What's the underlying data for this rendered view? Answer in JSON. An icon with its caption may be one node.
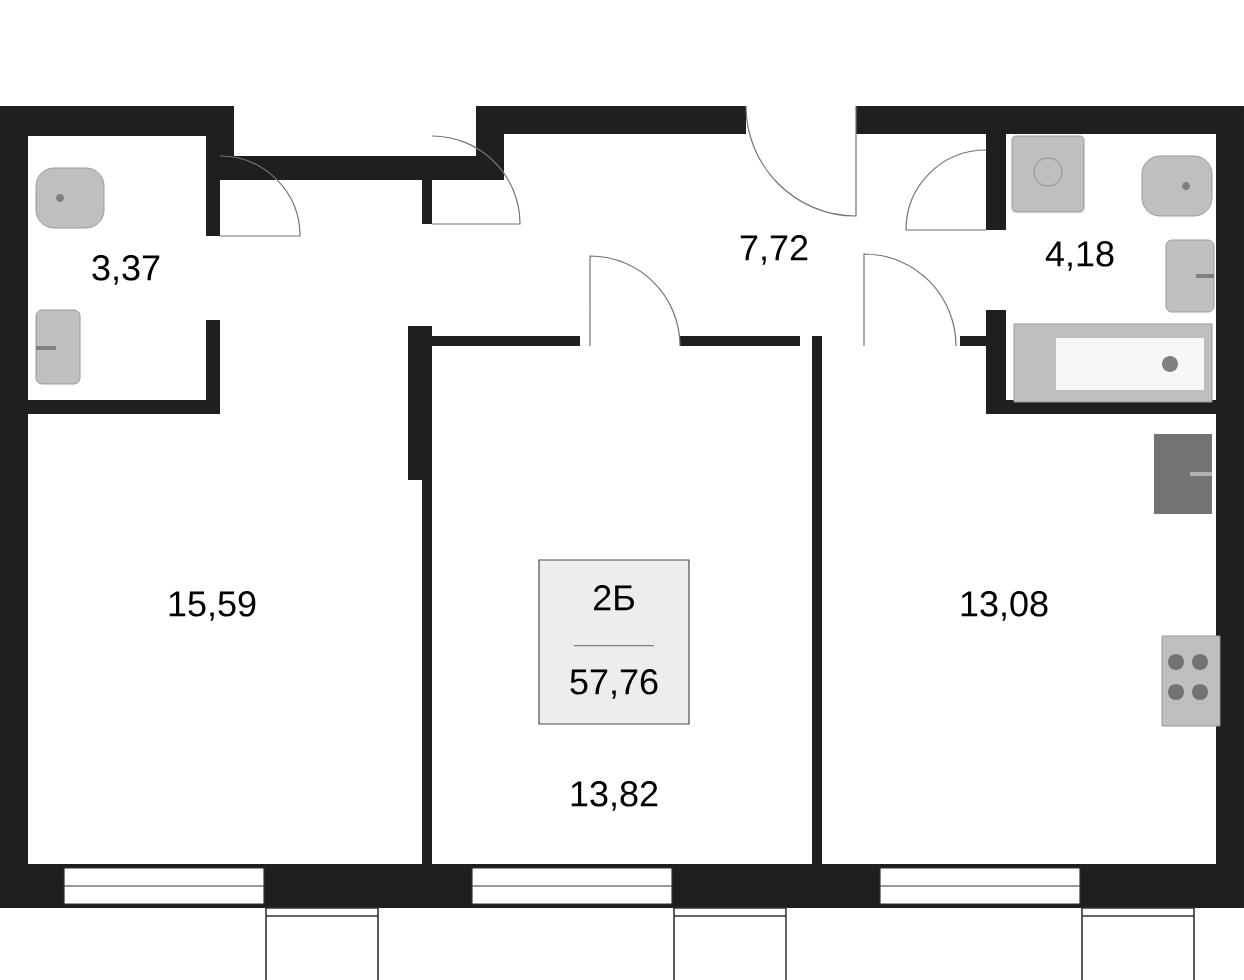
{
  "diagram": {
    "nodes": [
      {
        "text": [
          "2Б",
          "57,76"
        ]
      }
    ],
    "labels": [
      "3,37",
      "7,72",
      "4,18",
      "15,59",
      "13,08",
      "13,82"
    ]
  }
}
